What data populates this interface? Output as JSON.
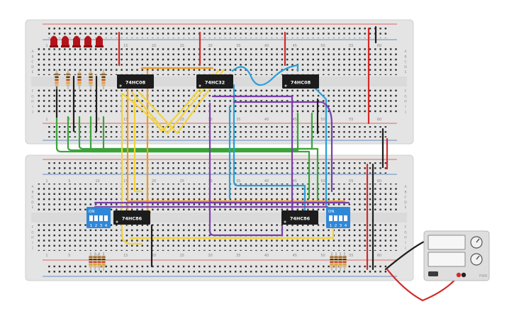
{
  "colors": {
    "board": "#e4e4e4",
    "rail_red": "#e23a3a",
    "rail_blue": "#3d6fb5",
    "wire_green": "#3aa43a",
    "wire_orange": "#f39a1e",
    "wire_yellow": "#f2d23a",
    "wire_blue": "#2aa0d8",
    "wire_purple": "#7b3fa8",
    "wire_black": "#1e1e1e",
    "wire_red": "#d42a2a",
    "chip": "#1c1c1c",
    "dip_switch": "#2f87d8",
    "led": "#b3141b"
  },
  "boards": {
    "top": {
      "column_numbers": [
        "1",
        "5",
        "10",
        "15",
        "20",
        "25",
        "30",
        "35",
        "40",
        "45",
        "50",
        "55",
        "60"
      ],
      "lower_column_numbers": [
        "1",
        "5",
        "10",
        "15",
        "20",
        "25",
        "30",
        "35",
        "40",
        "45",
        "50",
        "55",
        "60"
      ],
      "row_letters_upper": [
        "A",
        "B",
        "C",
        "D",
        "E"
      ],
      "row_letters_lower": [
        "F",
        "G",
        "H",
        "I",
        "J"
      ]
    },
    "bottom": {
      "column_numbers": [
        "1",
        "5",
        "10",
        "15",
        "20",
        "25",
        "30",
        "35",
        "40",
        "45",
        "50",
        "55",
        "60"
      ],
      "lower_column_numbers": [
        "1",
        "5",
        "10",
        "15",
        "20",
        "25",
        "30",
        "35",
        "40",
        "45",
        "50",
        "55",
        "60"
      ],
      "row_letters_upper": [
        "A",
        "B",
        "C",
        "D",
        "E"
      ],
      "row_letters_lower": [
        "F",
        "G",
        "H",
        "I",
        "J"
      ]
    }
  },
  "chips": {
    "top_left": "74HC08",
    "top_mid": "74HC32",
    "top_right": "74HC08",
    "bottom_left": "74HC86",
    "bottom_right": "74HC86"
  },
  "dip_switches": {
    "left": {
      "on_label": "ON",
      "positions": [
        "1",
        "2",
        "3",
        "4"
      ]
    },
    "right": {
      "on_label": "ON",
      "positions": [
        "1",
        "2",
        "3",
        "4"
      ]
    }
  },
  "leds": {
    "count": 5
  },
  "power_supply": {
    "label": "PWR"
  }
}
